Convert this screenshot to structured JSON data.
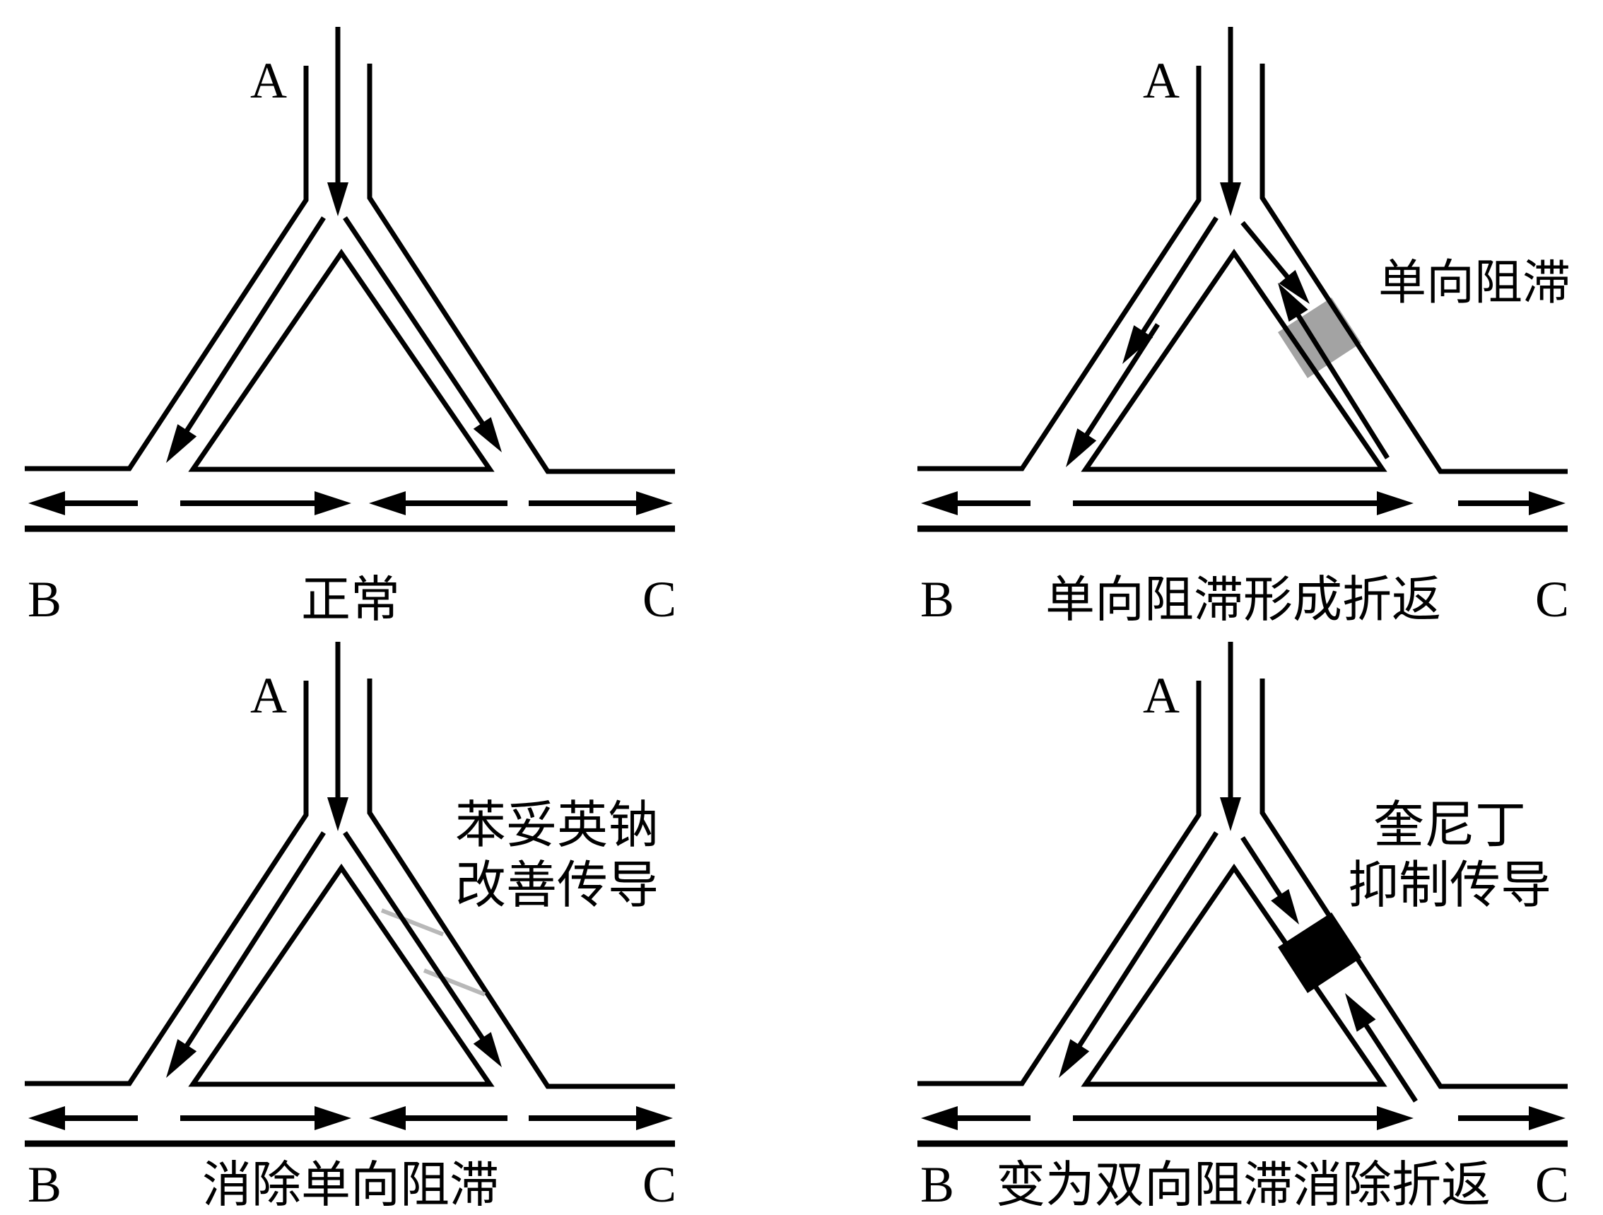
{
  "colors": {
    "background": "#ffffff",
    "ink": "#000000",
    "unidirectional_block_fill": "#a3a3a3",
    "bidirectional_block_fill": "#000000",
    "improved_conduction_mark": "#b8b8b8"
  },
  "panels": [
    {
      "id": "normal",
      "node_labels": {
        "top": "A",
        "bottom_left": "B",
        "bottom_right": "C"
      },
      "caption": "正常",
      "annotations": [],
      "left_branch_conduction": "antegrade",
      "right_branch_conduction": "antegrade",
      "bottom_wavefronts": "colliding"
    },
    {
      "id": "unidirectional-block",
      "node_labels": {
        "top": "A",
        "bottom_left": "B",
        "bottom_right": "C"
      },
      "caption": "单向阻滞形成折返",
      "annotations": [
        "单向阻滞"
      ],
      "left_branch_conduction": "antegrade",
      "right_branch_conduction": "antegrade-blocked-retrograde-passes",
      "bottom_wavefronts": "reentrant-loop"
    },
    {
      "id": "phenytoin-improves-conduction",
      "node_labels": {
        "top": "A",
        "bottom_left": "B",
        "bottom_right": "C"
      },
      "caption": "消除单向阻滞",
      "annotations": [
        "苯妥英钠",
        "改善传导"
      ],
      "left_branch_conduction": "antegrade",
      "right_branch_conduction": "antegrade-restored",
      "bottom_wavefronts": "colliding"
    },
    {
      "id": "quinidine-depresses-conduction",
      "node_labels": {
        "top": "A",
        "bottom_left": "B",
        "bottom_right": "C"
      },
      "caption": "变为双向阻滞消除折返",
      "annotations": [
        "奎尼丁",
        "抑制传导"
      ],
      "left_branch_conduction": "antegrade",
      "right_branch_conduction": "blocked-both-directions",
      "bottom_wavefronts": "reentrant-loop"
    }
  ]
}
